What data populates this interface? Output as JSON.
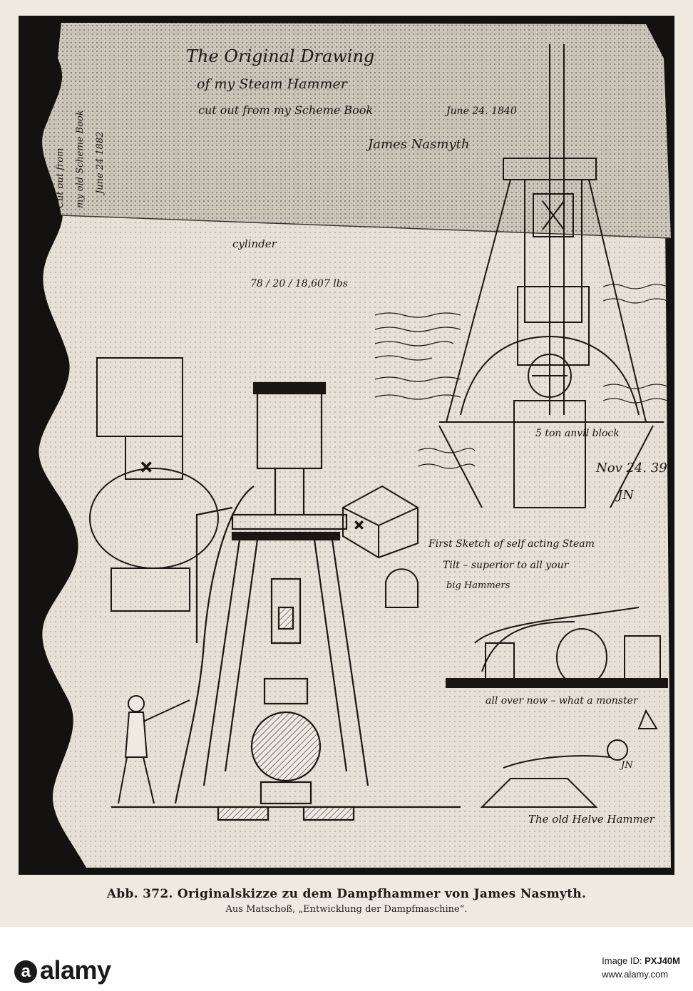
{
  "plate": {
    "title_line1": "The Original Drawing",
    "title_line2": "of my Steam Hammer",
    "title_line3": "cut out from my Scheme Book",
    "title_date": "June 24. 1840",
    "signature": "James Nasmyth",
    "side_note_a": "Cut out from",
    "side_note_b": "my old Scheme Book",
    "side_note_c": "June 24 1882",
    "notes": {
      "cylinder": "cylinder",
      "lbs": "78 / 20 / 18,607 lbs",
      "nov": "Nov 24. 39",
      "first_sketch": "First Sketch of self acting Steam",
      "tilt": "Tilt – superior to all your",
      "big": "big Hammers",
      "all_over": "all over now – what a monster",
      "old_helve": "The old Helve Hammer",
      "anvil_block": "5 ton anvil block",
      "jn": "JN",
      "nasmyth_mark": "JN"
    }
  },
  "caption": {
    "line1": "Abb. 372. Originalskizze zu dem Dampfhammer von James Nasmyth.",
    "line2": "Aus Matschoß, „Entwicklung der Dampfmaschine“."
  },
  "watermark": {
    "logo_letter": "a",
    "logo_text": "alamy",
    "image_id_label": "Image ID:",
    "image_id": "PXJ40M",
    "url": "www.alamy.com"
  }
}
